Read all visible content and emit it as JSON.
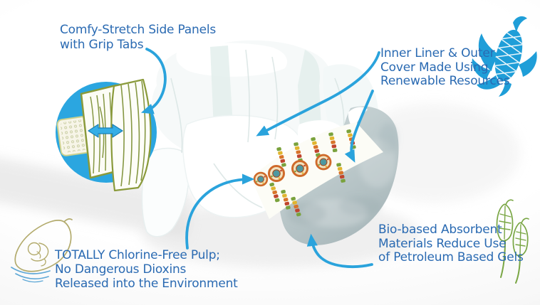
{
  "diagram": {
    "subject": "diaper-product-callout-diagram",
    "annotations": {
      "side_panels": {
        "lines": [
          "Comfy-Stretch Side Panels",
          "with Grip Tabs"
        ]
      },
      "inner_liner": {
        "lines": [
          "Inner Liner & Outer",
          "Cover Made Using",
          "Renewable Resources"
        ]
      },
      "pulp": {
        "lines": [
          "TOTALLY Chlorine-Free Pulp;",
          "No Dangerous Dioxins",
          "Released into the Environment"
        ]
      },
      "absorbent": {
        "lines": [
          "Bio-based Absorbent",
          "Materials Reduce Use",
          "of Petroleum Based Gels"
        ]
      }
    },
    "icons": {
      "corn": "corn-cob-icon",
      "wheat": "wheat-stalks-icon",
      "baby_leaf": "baby-in-leaf-icon",
      "stretch": "stretch-double-arrow-icon",
      "zoom_inset": "side-panel-zoom-circle"
    },
    "colors": {
      "annotation_text_blue": "#2a6ab2",
      "arrow_blue": "#2aa3dc",
      "inset_circle_blue": "#2ba6e0",
      "corn_blue": "#1f9ed8",
      "wheat_green": "#79a644",
      "leaf_olive": "#b3ab6d",
      "water_blue": "#5fa8d6",
      "panel_green": "#8a9a3a",
      "core_gray_blue": "#b7c4c6",
      "print_orange": "#d8742a",
      "print_red": "#c0452e",
      "print_green": "#7aa23c",
      "print_yellow": "#e0b52f",
      "print_teal": "#4d98a0"
    }
  }
}
